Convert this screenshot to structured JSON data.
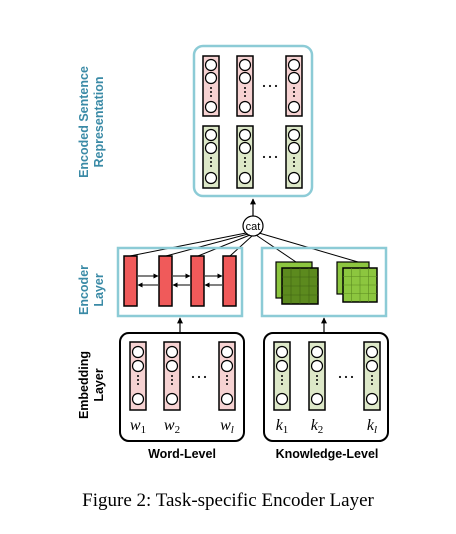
{
  "labels": {
    "encoded_sentence_line1": "Encoded Sentence",
    "encoded_sentence_line2": "Representation",
    "encoder_layer_line1": "Encoder",
    "encoder_layer_line2": "Layer",
    "embedding_layer_line1": "Embedding",
    "embedding_layer_line2": "Layer",
    "cat": "cat",
    "word_level": "Word-Level",
    "knowledge_level": "Knowledge-Level",
    "ellipsis": "···"
  },
  "word_tokens": [
    {
      "base": "w",
      "sub": "1"
    },
    {
      "base": "w",
      "sub": "2"
    },
    {
      "base": "w",
      "sub": "l"
    }
  ],
  "knowledge_tokens": [
    {
      "base": "k",
      "sub": "1"
    },
    {
      "base": "k",
      "sub": "2"
    },
    {
      "base": "k",
      "sub": "l"
    }
  ],
  "caption": "Figure 2: Task-specific Encoder Layer",
  "colors": {
    "teal_label": "#3a8aa6",
    "teal_border": "#8ccbd6",
    "pink_fill": "#f6d2d2",
    "green_fill": "#dde8c8",
    "red_block": "#f05a5a",
    "dark_green": "#5c8a1e",
    "light_green": "#8cc63f"
  }
}
